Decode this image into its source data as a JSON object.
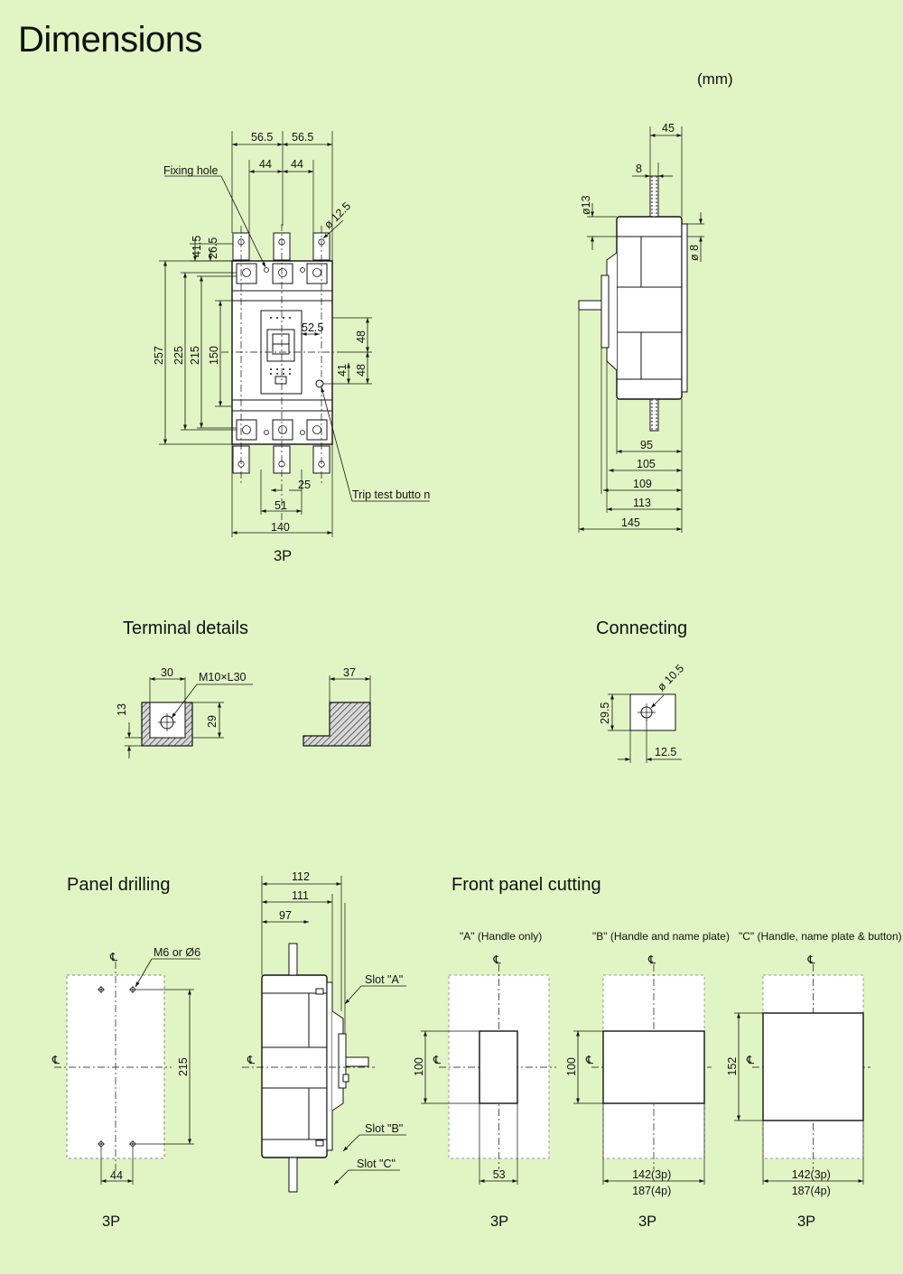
{
  "header": {
    "title": "Dimensions",
    "unit": "(mm)"
  },
  "sections": {
    "terminal_details": "Terminal details",
    "connecting": "Connecting",
    "panel_drilling": "Panel drilling",
    "front_panel_cutting": "Front panel cutting"
  },
  "front_view": {
    "dims": {
      "top_56_5_left": "56.5",
      "top_56_5_right": "56.5",
      "top_44_left": "44",
      "top_44_right": "44",
      "d41_5": "41.5",
      "d26_5": "26.5",
      "d257": "257",
      "d225": "225",
      "d215": "215",
      "d150": "150",
      "d52_5": "52.5",
      "d48_top": "48",
      "d41": "41",
      "d48_bot": "48",
      "d25": "25",
      "d51": "51",
      "d140": "140"
    },
    "phi_label": "ø 12.5",
    "labels": {
      "fixing_hole": "Fixing hole",
      "trip_test": "Trip test butto n"
    },
    "caption": "3P"
  },
  "side_view": {
    "dims": {
      "d45": "45",
      "d8_top": "8",
      "phi13": "ø13",
      "phi8": "ø 8",
      "d95": "95",
      "d105": "105",
      "d109": "109",
      "d113": "113",
      "d145": "145"
    }
  },
  "terminal": {
    "dims": {
      "d30": "30",
      "d13": "13",
      "d29": "29",
      "d37": "37"
    },
    "bolt_label": "M10×L30"
  },
  "connecting": {
    "dims": {
      "d29_5": "29.5",
      "d12_5": "12.5"
    },
    "phi_label": "ø 10.5"
  },
  "panel_drilling": {
    "hole_label": "M6 or Ø6",
    "dims": {
      "d215": "215",
      "d44": "44"
    },
    "centerline": "℄",
    "caption": "3P"
  },
  "side_panel": {
    "dims": {
      "d112": "112",
      "d111": "111",
      "d97": "97"
    },
    "slots": {
      "a": "Slot \"A\"",
      "b": "Slot \"B\"",
      "c": "Slot \"C\""
    }
  },
  "cutouts": [
    {
      "title": "\"A\" (Handle only)",
      "height": "100",
      "width": "53",
      "width2": "",
      "caption": "3P"
    },
    {
      "title": "\"B\" (Handle and name plate)",
      "height": "100",
      "width": "142(3p)",
      "width2": "187(4p)",
      "caption": "3P"
    },
    {
      "title": "\"C\" (Handle, name plate & button)",
      "height": "152",
      "width": "142(3p)",
      "width2": "187(4p)",
      "caption": "3P"
    }
  ]
}
